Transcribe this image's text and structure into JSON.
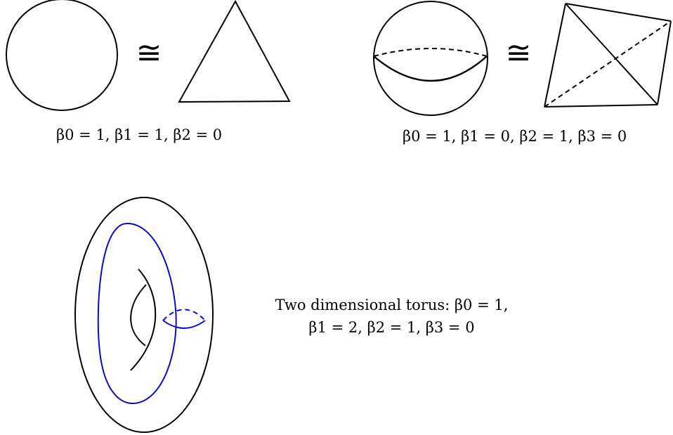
{
  "circle_triangle": {
    "relation_symbol": "≅",
    "caption": "β0 = 1, β1 = 1, β2 = 0"
  },
  "sphere_tetrahedron": {
    "relation_symbol": "≅",
    "caption": "β0 = 1, β1 = 0, β2 = 1, β3 = 0"
  },
  "torus": {
    "caption_line1": "Two dimensional torus: β0 = 1,",
    "caption_line2": "β1 = 2, β2 = 1, β3 = 0"
  },
  "colors": {
    "stroke": "#000000",
    "cycle": "#0a0acd"
  }
}
